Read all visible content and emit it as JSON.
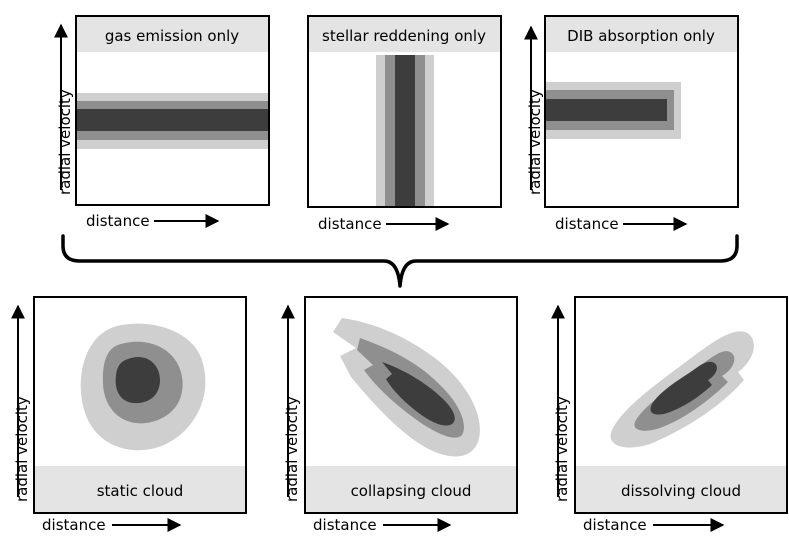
{
  "panels": [
    {
      "title": "gas emission only"
    },
    {
      "title": "stellar reddening only"
    },
    {
      "title": "DIB absorption only"
    },
    {
      "title": "static cloud"
    },
    {
      "title": "collapsing cloud"
    },
    {
      "title": "dissolving cloud"
    }
  ],
  "axes": {
    "x_label": "distance",
    "y_label": "radial velocity"
  },
  "colors": {
    "light": "#cfcfcf",
    "mid": "#8f8f8f",
    "dark": "#3d3d3d",
    "label_band": "#e4e4e4",
    "frame": "#000000"
  }
}
